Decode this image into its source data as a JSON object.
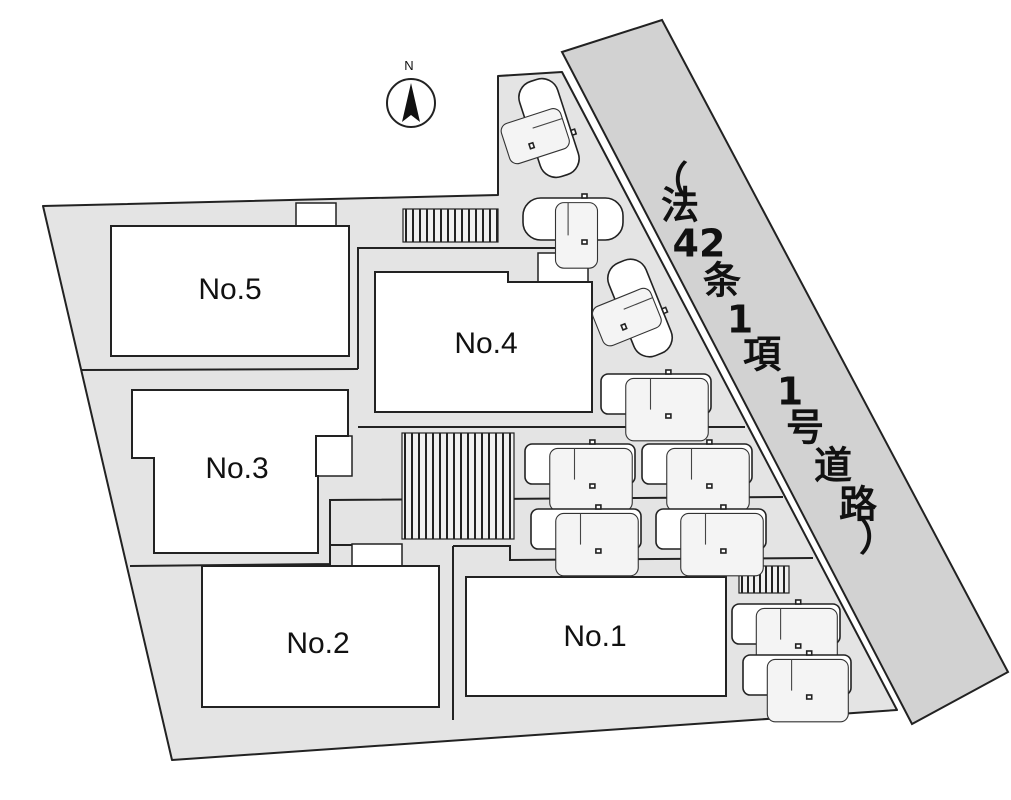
{
  "lots": [
    {
      "id": "no5",
      "label": "No.5"
    },
    {
      "id": "no4",
      "label": "No.4"
    },
    {
      "id": "no3",
      "label": "No.3"
    },
    {
      "id": "no2",
      "label": "No.2"
    },
    {
      "id": "no1",
      "label": "No.1"
    }
  ],
  "road": {
    "label_chars": [
      "（",
      "法",
      "42",
      "条",
      "1",
      "項",
      "1",
      "号",
      "道",
      "路",
      "）"
    ]
  },
  "compass": {
    "north_label": "N"
  },
  "colors": {
    "lot_fill": "#e4e4e4",
    "road_fill": "#d2d2d2",
    "house_fill": "#ffffff",
    "outline": "#222222"
  }
}
